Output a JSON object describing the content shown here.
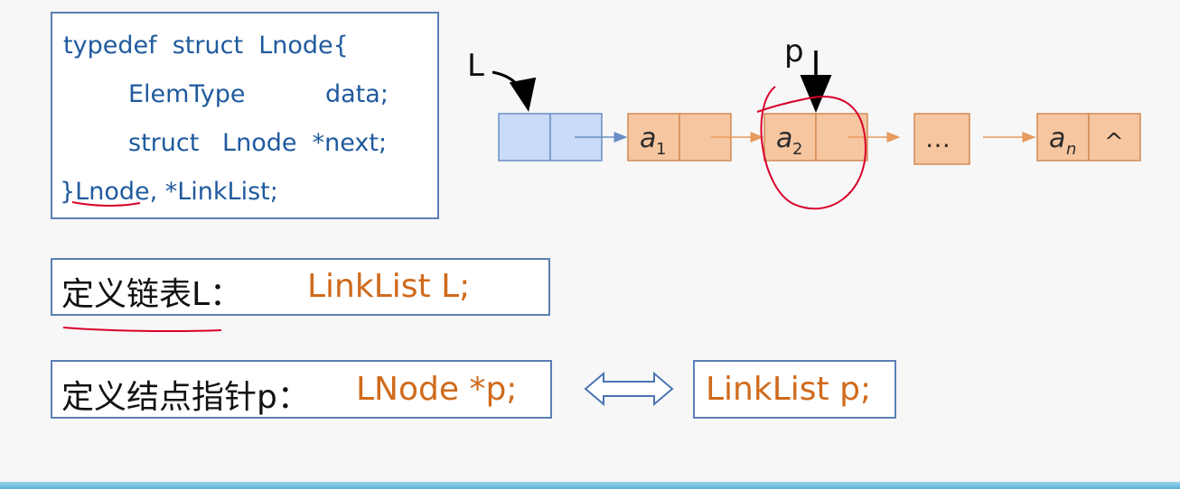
{
  "code": {
    "line1": "typedef  struct  Lnode{",
    "line2": "ElemType",
    "line2b": "data;",
    "line3": "struct   Lnode  *next;",
    "line4": "}Lnode, *LinkList;"
  },
  "diagram": {
    "label_L": "L",
    "label_p": "p",
    "node_labels": [
      "a",
      "a",
      "…",
      "a"
    ],
    "node_subscripts": [
      "1",
      "2",
      "",
      "n"
    ],
    "null_symbol": "^"
  },
  "define_list": {
    "label": "定义链表L：",
    "code": "LinkList L;"
  },
  "define_pointer": {
    "label": "定义结点指针p：",
    "code": "LNode *p;",
    "equivalent_code": "LinkList p;"
  },
  "colors": {
    "head_fill": "#c9dbf6",
    "node_fill": "#f6c6a0",
    "node_border": "#d18a55",
    "arrow_orange": "#e79a5d",
    "annotation_red": "#d8002b"
  }
}
